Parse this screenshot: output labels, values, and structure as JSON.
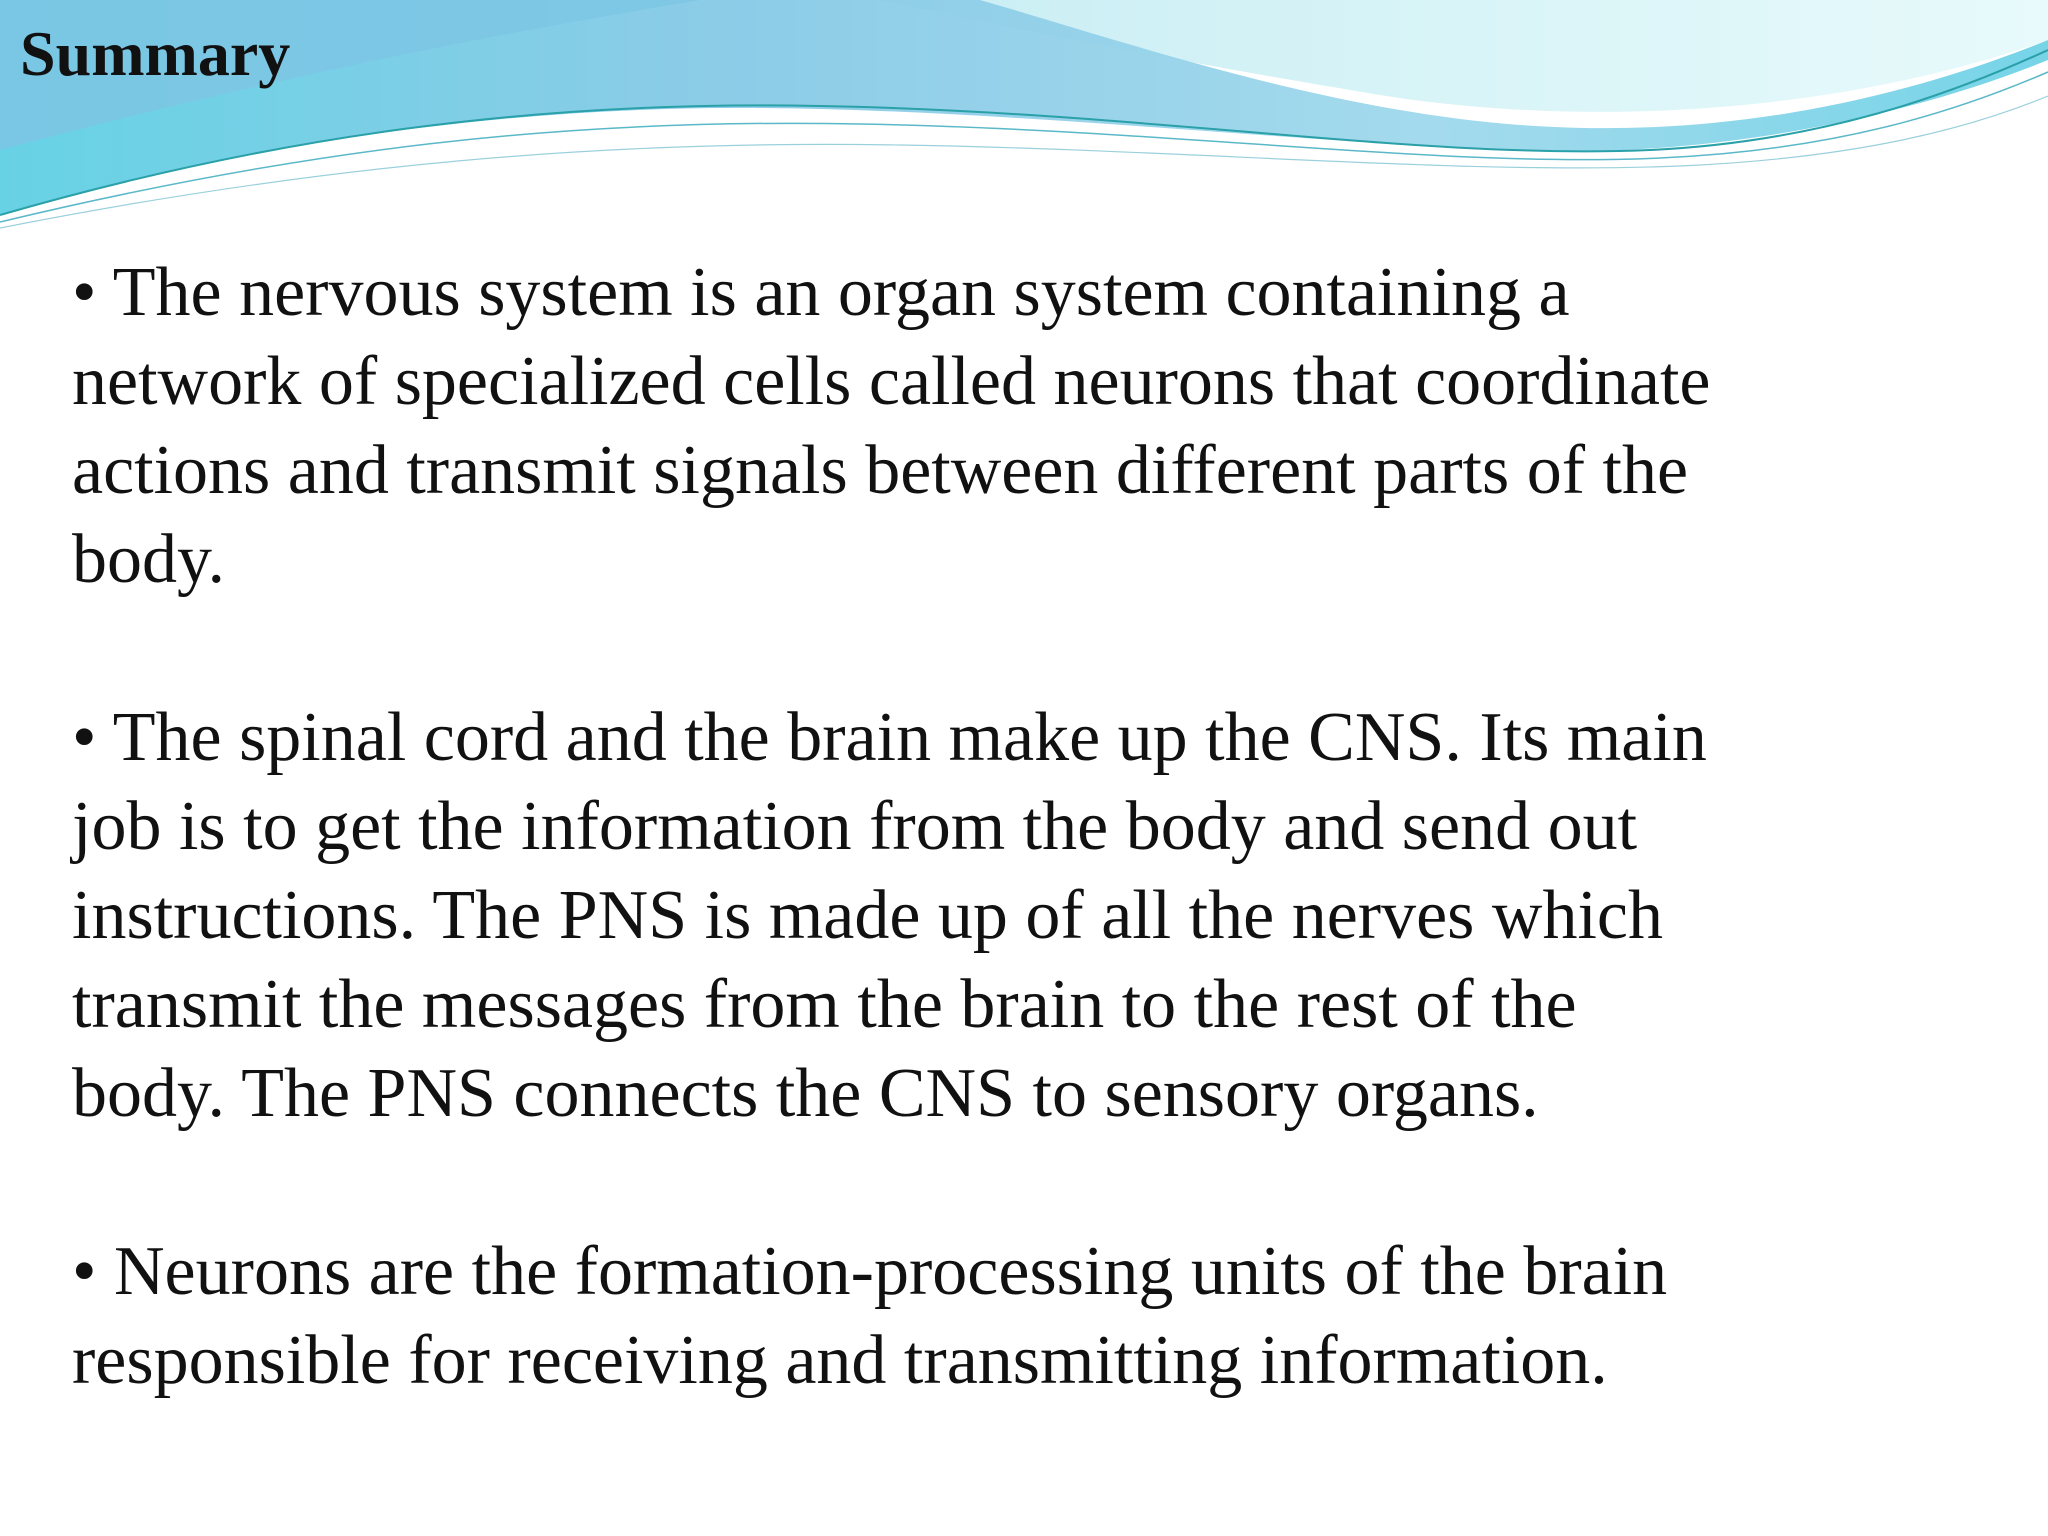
{
  "slide": {
    "title": "Summary",
    "bullets": [
      "• The nervous system is an organ system containing a\nnetwork of specialized cells called neurons that coordinate\nactions and transmit signals between different parts of the\nbody.",
      "• The spinal cord and the brain make up the CNS. Its main\njob is to get the information from the body and send out\ninstructions. The PNS is made up of all the nerves which\ntransmit the messages from the brain to the rest of the\nbody. The PNS connects the CNS to sensory organs.",
      "• Neurons are the formation-processing units of the brain\nresponsible for receiving and transmitting information."
    ]
  },
  "colors": {
    "wave_light": "#d8f4f4",
    "wave_cyan": "#5fd0e3",
    "wave_blue": "#8ec8e6",
    "line_teal": "#2aa0a8"
  }
}
